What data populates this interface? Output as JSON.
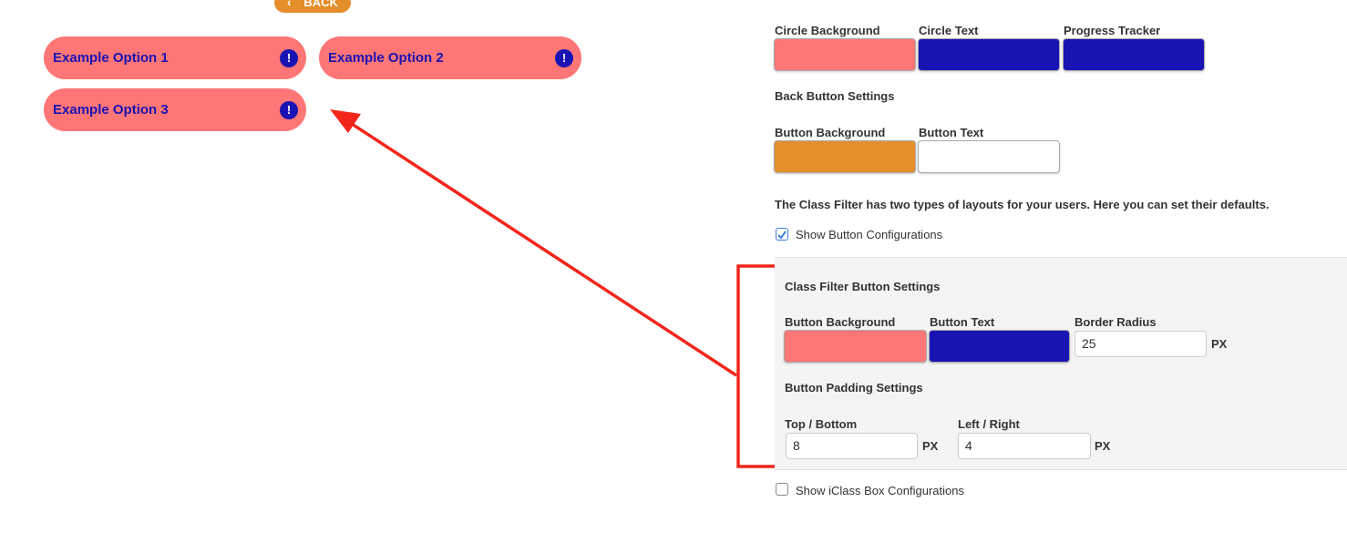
{
  "preview": {
    "back_label": "BACK",
    "options": [
      {
        "label": "Example Option 1"
      },
      {
        "label": "Example Option 2"
      },
      {
        "label": "Example Option 3"
      }
    ],
    "info_glyph": "!"
  },
  "circle": {
    "labels": [
      "Circle Background",
      "Circle Text",
      "Progress Tracker"
    ],
    "colors": [
      "#ff7676",
      "#1a13b4",
      "#1a13b4"
    ]
  },
  "back_settings": {
    "title": "Back Button Settings",
    "labels": [
      "Button Background",
      "Button Text"
    ],
    "colors": [
      "#e58e2c",
      "#ffffff"
    ]
  },
  "layouts_note": "The Class Filter has two types of layouts for your users. Here you can set their defaults.",
  "show_button_config": {
    "label": "Show Button Configurations",
    "checked": true
  },
  "class_filter": {
    "title": "Class Filter Button Settings",
    "bg_label": "Button Background",
    "text_label": "Button Text",
    "radius_label": "Border Radius",
    "radius_value": "25",
    "unit": "PX",
    "bg_color": "#ff7676",
    "text_color": "#1a13b4",
    "padding_title": "Button Padding Settings",
    "tb_label": "Top / Bottom",
    "tb_value": "8",
    "lr_label": "Left / Right",
    "lr_value": "4"
  },
  "show_box_config": {
    "label": "Show iClass Box Configurations",
    "checked": false
  }
}
